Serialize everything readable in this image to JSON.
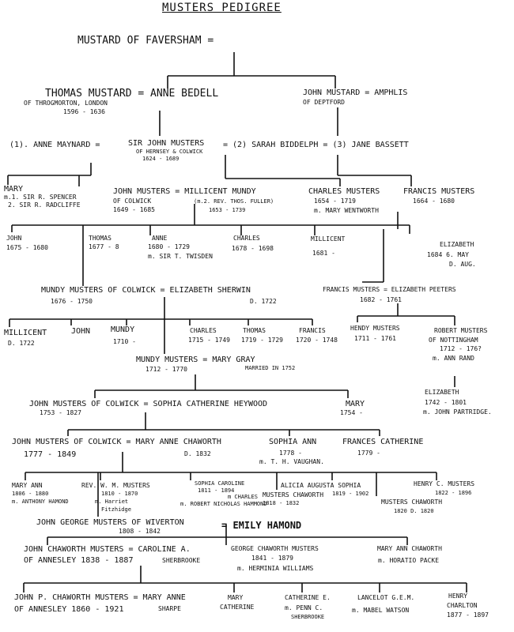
{
  "title": "MUSTERS PEDIGREE",
  "g0": {
    "root": "MUSTARD OF FAVERSHAM ="
  },
  "g1": {
    "thomas_pair": "THOMAS MUSTARD = ANNE BEDELL",
    "thomas_place": "OF THROGMORTON, LONDON",
    "thomas_dates": "1596 - 1636",
    "john_pair": "JOHN MUSTARD = AMPHLIS",
    "john_place": "OF DEPTFORD"
  },
  "g2": {
    "anne_maynard": "(1). ANNE MAYNARD =",
    "sir_john": "SIR JOHN MUSTERS",
    "sir_john_place": "OF HERNSEY & COLWICK",
    "sir_john_dates": "1624 - 1689",
    "sarah": "= (2) SARAH BIDDELPH = (3) JANE BASSETT"
  },
  "g3": {
    "mary": "MARY",
    "mary_m1": "m.1. SIR R. SPENCER",
    "mary_m2": "2. SIR R. RADCLIFFE",
    "john_millicent": "JOHN MUSTERS = MILLICENT MUNDY",
    "john_place": "OF COLWICK",
    "john_dates": "1649 - 1685",
    "millicent_m2": "(m.2. REV. THOS. FULLER)",
    "millicent_dates": "1653 - 1739",
    "charles": "CHARLES MUSTERS",
    "charles_dates": "1654 - 1719",
    "charles_m": "m. MARY WENTWORTH",
    "francis": "FRANCIS MUSTERS",
    "francis_dates": "1664 - 1680"
  },
  "g4": {
    "john": "JOHN",
    "john_dates": "1675 - 1680",
    "thomas": "THOMAS",
    "thomas_dates": "1677 - 8",
    "anne": "ANNE",
    "anne_dates": "1680 - 1729",
    "anne_m": "m. SIR T. TWISDEN",
    "charles": "CHARLES",
    "charles_dates": "1678 - 1698",
    "millicent": "MILLICENT",
    "millicent_dates": "1681 -",
    "elizabeth": "ELIZABETH",
    "elizabeth_dates": "1684  6. MAY",
    "elizabeth_dates2": "D. AUG."
  },
  "g5": {
    "mundy_pair": "MUNDY MUSTERS OF COLWICK = ELIZABETH SHERWIN",
    "mundy_dates": "1676 - 1750",
    "elizabeth_d": "D. 1722",
    "francis_pair": "FRANCIS MUSTERS = ELIZABETH PEETERS",
    "francis_dates": "1682 - 1761"
  },
  "g6": {
    "millicent": "MILLICENT",
    "millicent_d": "D. 1722",
    "john": "JOHN",
    "mundy": "MUNDY",
    "mundy_dates": "1710 -",
    "charles": "CHARLES",
    "charles_dates": "1715 - 1749",
    "thomas": "THOMAS",
    "thomas_dates": "1719 - 1729",
    "francis": "FRANCIS",
    "francis_dates": "1720 - 1748",
    "hendy": "HENDY MUSTERS",
    "hendy_dates": "1711 - 1761",
    "robert": "ROBERT MUSTERS",
    "robert_place": "OF NOTTINGHAM",
    "robert_dates": "1712 - 176?",
    "robert_m": "m. ANN RAND",
    "elizabeth": "ELIZABETH",
    "elizabeth_dates": "1742 - 1801",
    "elizabeth_m": "m. JOHN PARTRIDGE."
  },
  "g7": {
    "mundy_pair": "MUNDY MUSTERS = MARY GRAY",
    "mundy_dates": "1712 - 1770",
    "married": "MARRIED IN 1752"
  },
  "g8": {
    "john_pair": "JOHN MUSTERS OF COLWICK = SOPHIA CATHERINE HEYWOOD",
    "john_dates": "1753 - 1827",
    "mary": "MARY",
    "mary_dates": "1754 -"
  },
  "g9": {
    "john_pair": "JOHN MUSTERS OF COLWICK = MARY ANNE CHAWORTH",
    "john_dates": "1777 - 1849",
    "mary_anne_d": "D. 1832",
    "sophia": "SOPHIA ANN",
    "sophia_dates": "1778 -",
    "sophia_m": "m. T. H. VAUGHAN.",
    "frances": "FRANCES CATHERINE",
    "frances_dates": "1779 -"
  },
  "g10": {
    "mary_ann": "MARY ANN",
    "mary_ann_dates": "1806 - 1880",
    "mary_ann_m": "m. ANTHONY HAMOND",
    "rev": "REV. W. M. MUSTERS",
    "rev_dates": "1810 - 1870",
    "rev_m": "m. Harriet",
    "rev_m2": "Fitzhidge",
    "sophia": "SOPHIA CAROLINE",
    "sophia_dates": "1811 - 1894",
    "sophia_m": "m. ROBERT NICHOLAS HAMMOND",
    "charles": "m CHARLES",
    "charles2": "MUSTERS CHAWORTH",
    "charles_dates": "1818 - 1832",
    "alicia": "ALICIA AUGUSTA SOPHIA",
    "alicia_dates": "1819 - 1902",
    "musters_chaworth": "MUSTERS CHAWORTH",
    "mc_dates": "1820  D. 1820",
    "henry": "HENRY C. MUSTERS",
    "henry_dates": "1822 - 1896"
  },
  "g11": {
    "john_george": "JOHN GEORGE MUSTERS OF WIVERTON",
    "jg_dates": "1808 - 1842",
    "emily": "= EMILY HAMOND"
  },
  "g12": {
    "john_chaworth": "JOHN CHAWORTH MUSTERS = CAROLINE A.",
    "jc_place": "OF ANNESLEY  1838 - 1887",
    "caroline_s": "SHERBROOKE",
    "george": "GEORGE CHAWORTH MUSTERS",
    "george_dates": "1841 - 1879",
    "george_m": "m. HERMINIA WILLIAMS",
    "mary_ann": "MARY ANN CHAWORTH",
    "mary_ann_m": "m. HORATIO PACKE"
  },
  "g13": {
    "john_p": "JOHN P. CHAWORTH MUSTERS = MARY ANNE",
    "jp_place": "OF ANNESLEY  1860 - 1921",
    "sharpe": "SHARPE",
    "mary": "MARY",
    "catherine": "CATHERINE",
    "catherine_e": "CATHERINE E.",
    "catherine_m": "m. PENN C.",
    "catherine_s": "SHERBROOKE",
    "lancelot": "LANCELOT G.E.M.",
    "lancelot_m": "m. MABEL WATSON",
    "henry": "HENRY",
    "henry2": "CHARLTON",
    "henry_dates": "1877 - 1897"
  }
}
